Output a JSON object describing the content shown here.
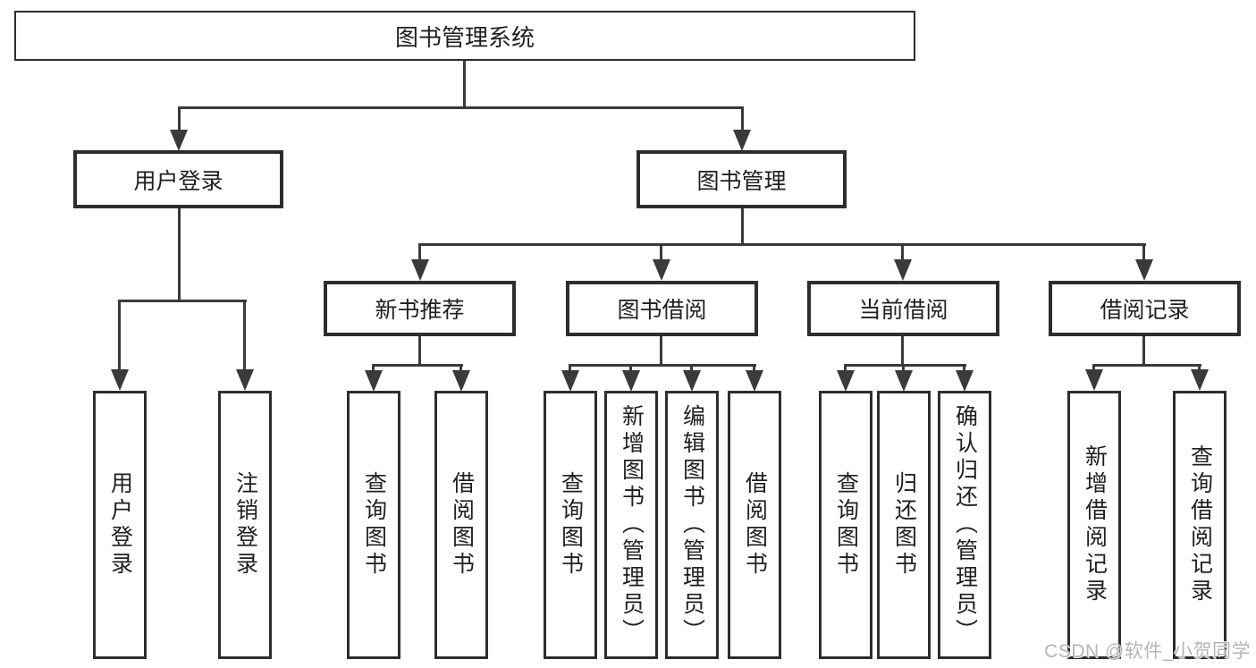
{
  "colors": {
    "line": "#3a3a3a",
    "border": "#2d2d2d",
    "text": "#1f1f1f",
    "background": "#ffffff",
    "watermark": "#b5b5b5"
  },
  "root": {
    "label": "图书管理系统"
  },
  "user_login": {
    "label": "用户登录",
    "children": [
      {
        "label": "用户登录"
      },
      {
        "label": "注销登录"
      }
    ]
  },
  "book_mgmt": {
    "label": "图书管理",
    "groups": [
      {
        "label": "新书推荐",
        "children": [
          {
            "label": "查询图书"
          },
          {
            "label": "借阅图书"
          }
        ]
      },
      {
        "label": "图书借阅",
        "children": [
          {
            "label": "查询图书"
          },
          {
            "label": "新增图书（管理员）"
          },
          {
            "label": "编辑图书（管理员）"
          },
          {
            "label": "借阅图书"
          }
        ]
      },
      {
        "label": "当前借阅",
        "children": [
          {
            "label": "查询图书"
          },
          {
            "label": "归还图书"
          },
          {
            "label": "确认归还（管理员）"
          }
        ]
      },
      {
        "label": "借阅记录",
        "children": [
          {
            "label": "新增借阅记录"
          },
          {
            "label": "查询借阅记录"
          }
        ]
      }
    ]
  },
  "watermark": {
    "text": "CSDN @软件_小贺同学"
  }
}
